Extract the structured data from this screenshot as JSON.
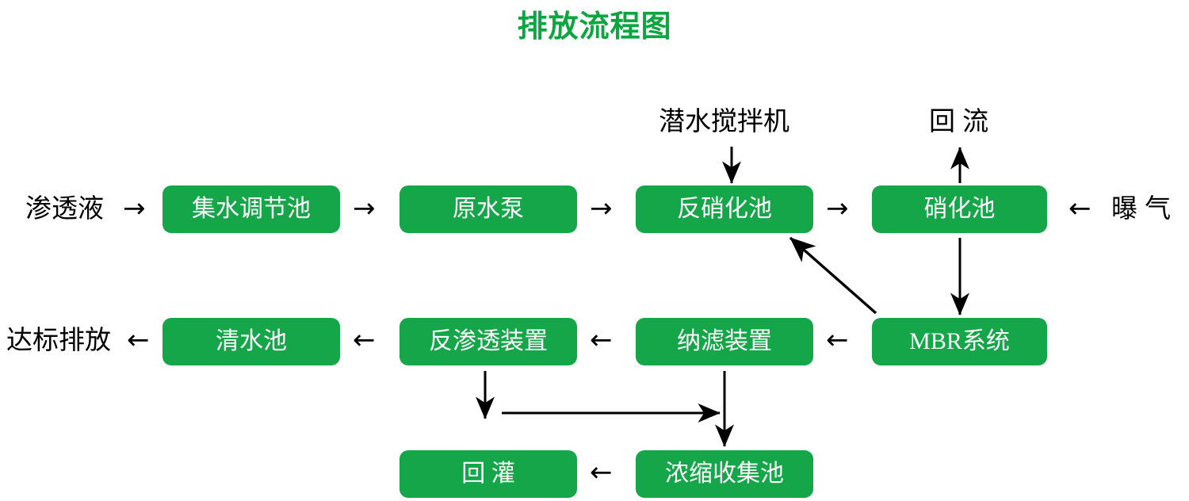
{
  "title": "排放流程图",
  "colors": {
    "node_fill": "#16A64A",
    "node_text": "#FFFFFF",
    "title": "#0DA53F",
    "label_text": "#000000",
    "arrow": "#000000",
    "background": "#FFFFFF"
  },
  "nodes": {
    "collection_tank": "集水调节池",
    "raw_water_pump": "原水泵",
    "denitrification_tank": "反硝化池",
    "nitrification_tank": "硝化池",
    "mbr_system": "MBR系统",
    "nanofiltration": "纳滤装置",
    "reverse_osmosis": "反渗透装置",
    "clear_water_tank": "清水池",
    "concentrate_tank": "浓缩收集池",
    "backfill": "回 灌"
  },
  "labels": {
    "permeate": "渗透液",
    "submersible_mixer": "潜水搅拌机",
    "reflux": "回 流",
    "aeration": "曝 气",
    "compliant_discharge": "达标排放"
  },
  "arrows": {
    "right": "→",
    "left": "←",
    "down": "↓",
    "up": "↑"
  },
  "flow": {
    "main_sequence": [
      "渗透液",
      "集水调节池",
      "原水泵",
      "反硝化池",
      "硝化池",
      "MBR系统",
      "纳滤装置",
      "反渗透装置",
      "清水池",
      "达标排放"
    ],
    "inputs": [
      {
        "source": "潜水搅拌机",
        "target": "反硝化池",
        "direction": "down"
      },
      {
        "source": "曝 气",
        "target": "硝化池",
        "direction": "left"
      }
    ],
    "outputs": [
      {
        "source": "硝化池",
        "target": "回 流",
        "direction": "up"
      }
    ],
    "recycles": [
      {
        "source": "MBR系统",
        "target": "反硝化池",
        "direction": "diagonal-up-left"
      },
      {
        "source": "反渗透装置",
        "target": "浓缩收集池",
        "direction": "down-then-right"
      },
      {
        "source": "纳滤装置",
        "target": "浓缩收集池",
        "direction": "down"
      },
      {
        "source": "浓缩收集池",
        "target": "回 灌",
        "direction": "left"
      }
    ]
  }
}
